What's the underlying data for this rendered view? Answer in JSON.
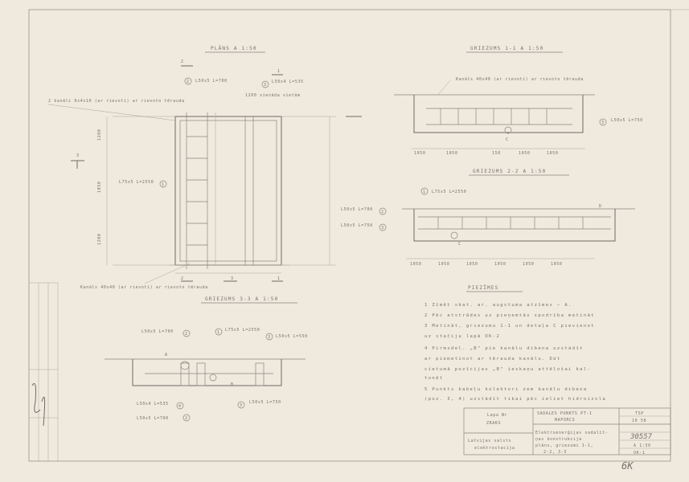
{
  "views": {
    "plan_title": "PLĀNS A 1:50",
    "section_1_title": "GRIEZUMS 1-1 A 1:50",
    "section_2_title": "GRIEZUMS 2-2 A 1:50",
    "section_3_title": "GRIEZUMS 3-3 A 1:50"
  },
  "plan": {
    "callout_top_left": "2 kanāli 6x4x10 (ar rievoti) ar rievoto tērauda",
    "callout_bottom_left": "Kanāls 40x40 (ar rievoti) ar rievoto tērauda",
    "mark_1": "L50x5 L=700",
    "mark_2": "L50x4 L=535",
    "mark_3": "L75x5 L=2550",
    "mark_note": "1200 vienāda vietām",
    "dim_1": "1200",
    "dim_2": "1050",
    "dim_3": "1200"
  },
  "section_1": {
    "callout": "Kanāls 40x40 (ar rievoti) ar rievoto tērauda",
    "mark": "L50x5 L=750",
    "label_c": "C",
    "dims": [
      "1050",
      "1050",
      "150",
      "1050",
      "1050"
    ]
  },
  "section_2": {
    "mark_1": "L75x5 L=2550",
    "mark_2": "L50x5 L=700",
    "mark_3": "L50x5 L=750",
    "label_c": "C",
    "label_d": "D",
    "dims": [
      "1050",
      "1050",
      "1050",
      "1050",
      "1050",
      "1050"
    ]
  },
  "section_3": {
    "mark_1": "L50x5 L=700",
    "mark_2": "L75x5 L=2550",
    "mark_3": "L50x5 L=550",
    "mark_4": "L50x4 L=535",
    "mark_5": "L50x5 L=700",
    "mark_6": "L50x5 L=750",
    "label_a": "A",
    "label_b": "B"
  },
  "notes": {
    "title": "PIEZĪMES",
    "lines": [
      "1  Zīmēt skat. ar. augstuma atzīmes — A.",
      "2  Pēc atstrādes uz pieņemtās spodrība metināt",
      "3  Metināt, griezumu 1-1 un detaļa C pievienot",
      "   uz stačiju lapā OK-2",
      "4  Pirmsdel. „B\" pie kanālu dibena uzstādīt",
      "   ar piemetinot ar tērauda kanālu. Dūt",
      "   cietumā pozīcijas „B\" ieskaņu attēlošai kal-",
      "   tonēt",
      "5  Punkts kabeļu kolektori zem kanālu dibena",
      "   (poz. 3, 4) uzstādīt tikai pēc ieliet hidroizola"
    ]
  },
  "title_block": {
    "sheet_label": "Lapa Nr",
    "sheet_value": "ZRAKS",
    "org_1": "Latvijas valsts",
    "org_2": "elektrostacija",
    "project_1": "SADALES PUNKTS PT-1",
    "project_2": "NAPORCS",
    "drawing_1": "Elektroenerģijas sadalīt-",
    "drawing_2": "ņas konstrukcija",
    "drawing_3": "plāns, griezumi 1-1,",
    "drawing_4": "2-2, 3-3",
    "code": "TSP",
    "year": "10 58",
    "number": "30557",
    "scale": "A 1:50",
    "sheet": "OK-1",
    "handwritten": "6K"
  }
}
